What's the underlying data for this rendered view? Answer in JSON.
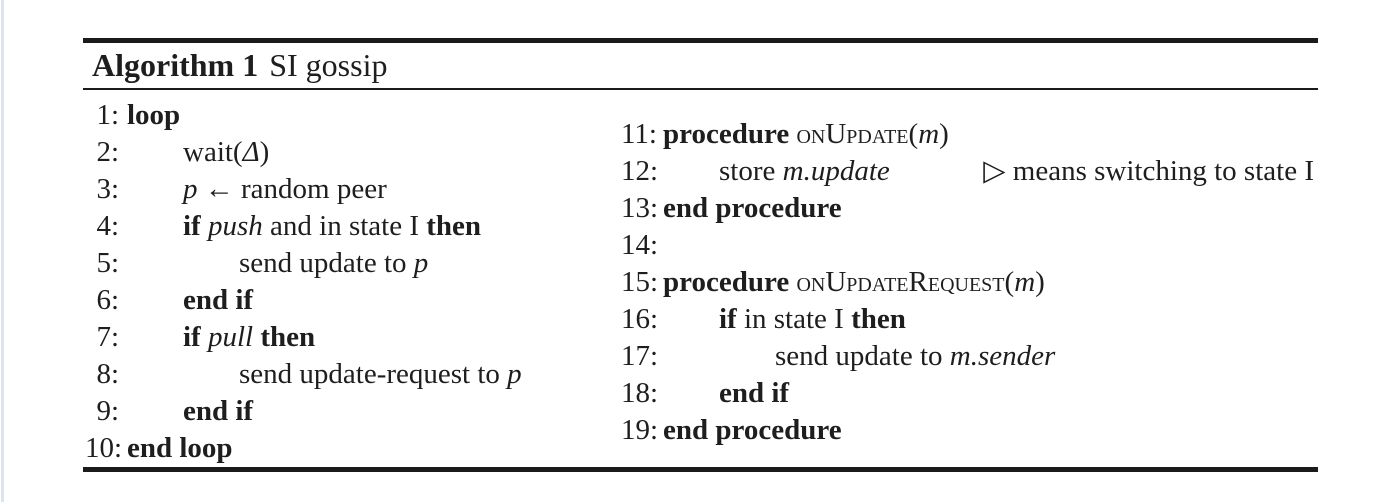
{
  "colors": {
    "ink": "#1e1e1e",
    "rule": "#1b1b1b",
    "edge": "#dde4ec",
    "bg": "#ffffff"
  },
  "algorithm": {
    "header": {
      "label": "Algorithm 1",
      "title": "SI gossip"
    },
    "columns": {
      "left": [
        {
          "num": "1",
          "indent": 0,
          "segs": [
            {
              "t": "loop",
              "s": "b"
            }
          ]
        },
        {
          "num": "2",
          "indent": 1,
          "segs": [
            {
              "t": "wait(",
              "s": "n"
            },
            {
              "t": "Δ",
              "s": "i"
            },
            {
              "t": ")",
              "s": "n"
            }
          ]
        },
        {
          "num": "3",
          "indent": 1,
          "segs": [
            {
              "t": "p",
              "s": "i"
            },
            {
              "t": " ← random peer",
              "s": "n"
            }
          ]
        },
        {
          "num": "4",
          "indent": 1,
          "segs": [
            {
              "t": "if ",
              "s": "b"
            },
            {
              "t": "push",
              "s": "i"
            },
            {
              "t": " and in state I ",
              "s": "n"
            },
            {
              "t": "then",
              "s": "b"
            }
          ]
        },
        {
          "num": "5",
          "indent": 2,
          "segs": [
            {
              "t": "send update to ",
              "s": "n"
            },
            {
              "t": "p",
              "s": "i"
            }
          ]
        },
        {
          "num": "6",
          "indent": 1,
          "segs": [
            {
              "t": "end if",
              "s": "b"
            }
          ]
        },
        {
          "num": "7",
          "indent": 1,
          "segs": [
            {
              "t": "if ",
              "s": "b"
            },
            {
              "t": "pull",
              "s": "i"
            },
            {
              "t": " ",
              "s": "n"
            },
            {
              "t": "then",
              "s": "b"
            }
          ]
        },
        {
          "num": "8",
          "indent": 2,
          "segs": [
            {
              "t": "send update-request to ",
              "s": "n"
            },
            {
              "t": "p",
              "s": "i"
            }
          ]
        },
        {
          "num": "9",
          "indent": 1,
          "segs": [
            {
              "t": "end if",
              "s": "b"
            }
          ]
        },
        {
          "num": "10",
          "indent": 0,
          "segs": [
            {
              "t": "end loop",
              "s": "b"
            }
          ]
        }
      ],
      "right": [
        {
          "num": "11",
          "indent": 0,
          "segs": [
            {
              "t": "procedure ",
              "s": "b"
            },
            {
              "t": "onUpdate",
              "s": "sc"
            },
            {
              "t": "(",
              "s": "n"
            },
            {
              "t": "m",
              "s": "i"
            },
            {
              "t": ")",
              "s": "n"
            }
          ]
        },
        {
          "num": "12",
          "indent": 1,
          "segs": [
            {
              "t": "store ",
              "s": "n"
            },
            {
              "t": "m.update",
              "s": "i"
            }
          ],
          "comment": "▷ means switching to state I"
        },
        {
          "num": "13",
          "indent": 0,
          "segs": [
            {
              "t": "end procedure",
              "s": "b"
            }
          ]
        },
        {
          "num": "14",
          "indent": 0,
          "segs": []
        },
        {
          "num": "15",
          "indent": 0,
          "segs": [
            {
              "t": "procedure ",
              "s": "b"
            },
            {
              "t": "onUpdateRequest",
              "s": "sc"
            },
            {
              "t": "(",
              "s": "n"
            },
            {
              "t": "m",
              "s": "i"
            },
            {
              "t": ")",
              "s": "n"
            }
          ]
        },
        {
          "num": "16",
          "indent": 1,
          "segs": [
            {
              "t": "if ",
              "s": "b"
            },
            {
              "t": "in state I ",
              "s": "n"
            },
            {
              "t": "then",
              "s": "b"
            }
          ]
        },
        {
          "num": "17",
          "indent": 2,
          "segs": [
            {
              "t": "send update to ",
              "s": "n"
            },
            {
              "t": "m.sender",
              "s": "i"
            }
          ]
        },
        {
          "num": "18",
          "indent": 1,
          "segs": [
            {
              "t": "end if",
              "s": "b"
            }
          ]
        },
        {
          "num": "19",
          "indent": 0,
          "segs": [
            {
              "t": "end procedure",
              "s": "b"
            }
          ]
        }
      ]
    }
  }
}
